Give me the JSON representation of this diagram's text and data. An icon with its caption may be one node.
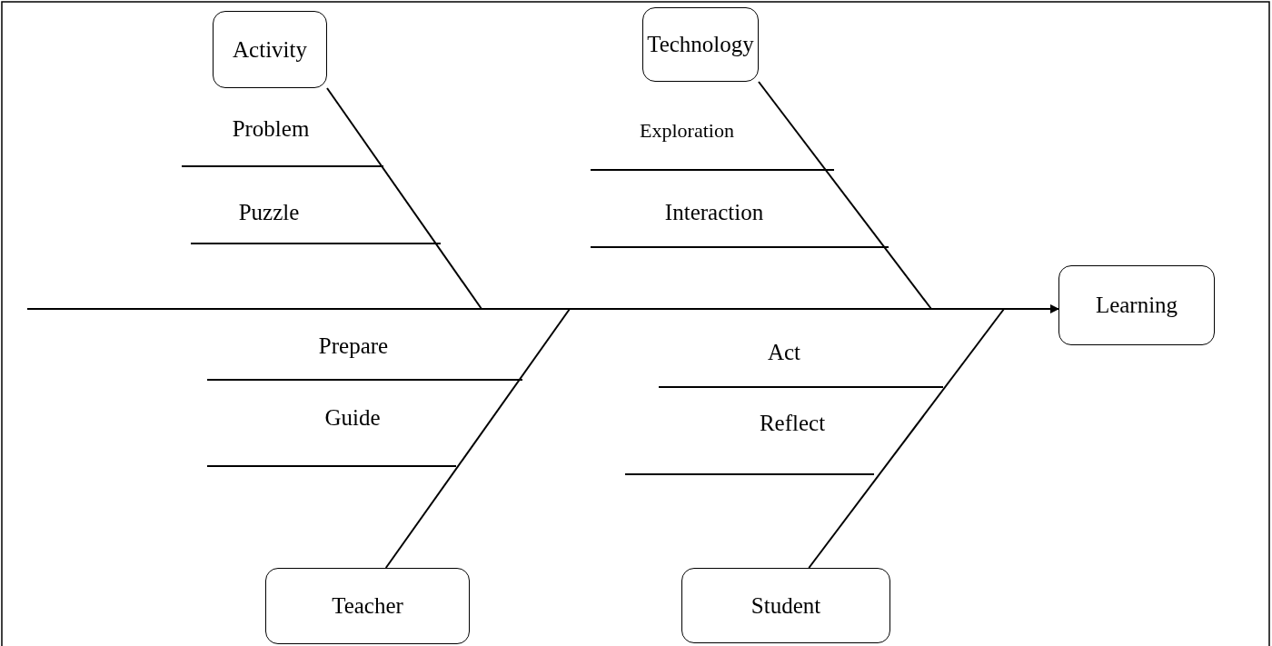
{
  "diagram": {
    "nodes": [
      {
        "text": [
          "Activity"
        ]
      },
      {
        "text": [
          "Technology"
        ]
      },
      {
        "text": [
          "Learning"
        ]
      },
      {
        "text": [
          "Teacher"
        ]
      },
      {
        "text": [
          "Student"
        ]
      }
    ],
    "edges": [
      {
        "from": null,
        "to": 2,
        "arrow": "to"
      },
      {
        "from": 0,
        "to": null,
        "arrow": "none"
      },
      {
        "from": 1,
        "to": null,
        "arrow": "none"
      },
      {
        "from": 3,
        "to": null,
        "arrow": "none"
      },
      {
        "from": 4,
        "to": null,
        "arrow": "none"
      }
    ],
    "labels": [
      "Problem",
      "Exploration",
      "Puzzle",
      "Interaction",
      "Prepare",
      "Act",
      "Guide",
      "Reflect"
    ]
  }
}
